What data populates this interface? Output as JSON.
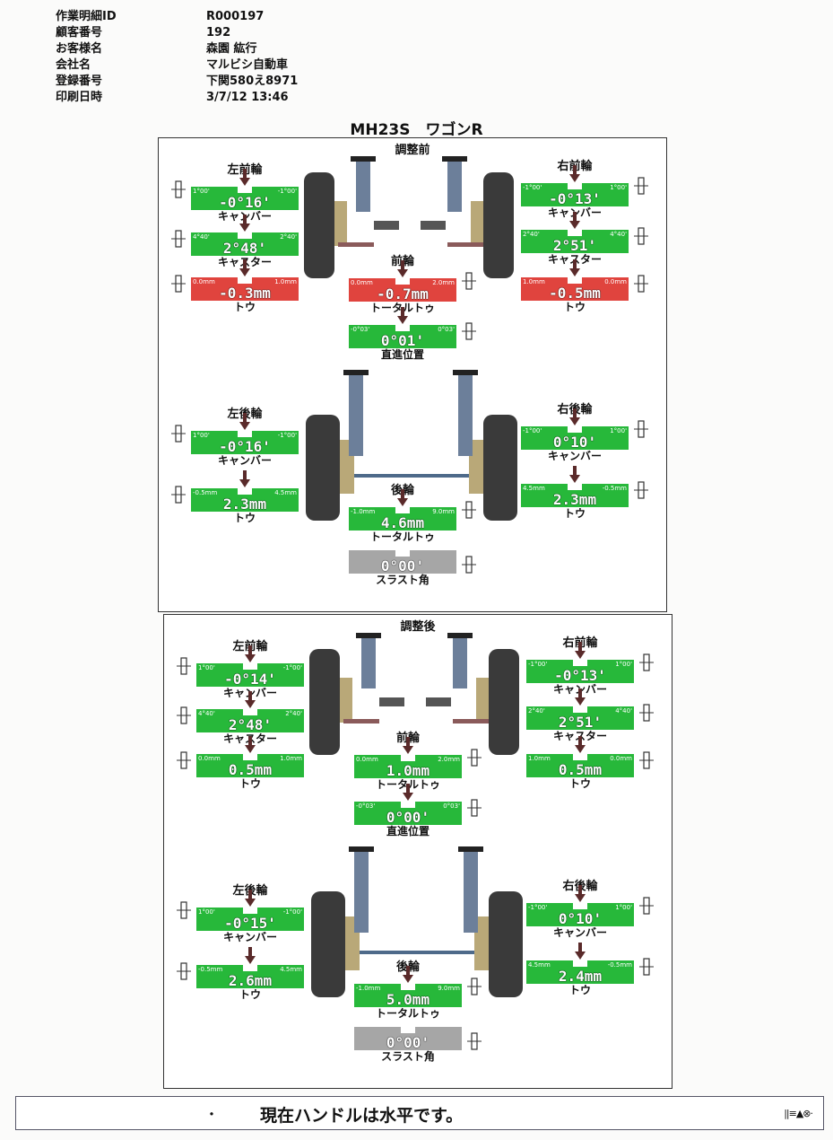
{
  "header": {
    "rows": [
      {
        "key": "作業明細ID",
        "value": "R000197"
      },
      {
        "key": "顧客番号",
        "value": "192"
      },
      {
        "key": "お客様名",
        "value": "森園 紘行"
      },
      {
        "key": "会社名",
        "value": "マルビシ自動車"
      },
      {
        "key": "登録番号",
        "value": "下関580え8971"
      },
      {
        "key": "印刷日時",
        "value": "3/7/12 13:46"
      }
    ]
  },
  "vehicle_title": "MH23S　ワゴンR",
  "before": {
    "title": "調整前",
    "lf_camber": {
      "label": "左前輪",
      "value": "-0°16'",
      "min": "1°00'",
      "max": "-1°00'",
      "sub": "キャンバー",
      "color": "#27b83a"
    },
    "lf_caster": {
      "value": "2°48'",
      "min": "4°40'",
      "max": "2°40'",
      "sub": "キャスター"
    },
    "lf_toe": {
      "value": "-0.3mm",
      "min": "0.0mm",
      "max": "1.0mm",
      "sub": "トウ"
    },
    "rf_camber": {
      "label": "右前輪",
      "value": "-0°13'",
      "min": "-1°00'",
      "max": "1°00'",
      "sub": "キャンバー"
    },
    "rf_caster": {
      "value": "2°51'",
      "min": "2°40'",
      "max": "4°40'",
      "sub": "キャスター"
    },
    "rf_toe": {
      "value": "-0.5mm",
      "min": "1.0mm",
      "max": "0.0mm",
      "sub": "トウ"
    },
    "front_total": {
      "label": "前輪",
      "value": "-0.7mm",
      "min": "0.0mm",
      "max": "2.0mm",
      "sub": "トータルトゥ"
    },
    "steer": {
      "value": "0°01'",
      "min": "-0°03'",
      "max": "0°03'",
      "sub": "直進位置"
    },
    "lr_camber": {
      "label": "左後輪",
      "value": "-0°16'",
      "min": "1°00'",
      "max": "-1°00'",
      "sub": "キャンバー"
    },
    "lr_toe": {
      "value": "2.3mm",
      "min": "-0.5mm",
      "max": "4.5mm",
      "sub": "トウ"
    },
    "rr_camber": {
      "label": "右後輪",
      "value": "0°10'",
      "min": "-1°00'",
      "max": "1°00'",
      "sub": "キャンバー"
    },
    "rr_toe": {
      "value": "2.3mm",
      "min": "4.5mm",
      "max": "-0.5mm",
      "sub": "トウ"
    },
    "rear_total": {
      "label": "後輪",
      "value": "4.6mm",
      "min": "-1.0mm",
      "max": "9.0mm",
      "sub": "トータルトゥ"
    },
    "thrust": {
      "value": "0°00'",
      "sub": "スラスト角"
    }
  },
  "after": {
    "title": "調整後",
    "lf_camber": {
      "label": "左前輪",
      "value": "-0°14'",
      "min": "1°00'",
      "max": "-1°00'",
      "sub": "キャンバー"
    },
    "lf_caster": {
      "value": "2°48'",
      "min": "4°40'",
      "max": "2°40'",
      "sub": "キャスター"
    },
    "lf_toe": {
      "value": "0.5mm",
      "min": "0.0mm",
      "max": "1.0mm",
      "sub": "トウ"
    },
    "rf_camber": {
      "label": "右前輪",
      "value": "-0°13'",
      "min": "-1°00'",
      "max": "1°00'",
      "sub": "キャンバー"
    },
    "rf_caster": {
      "value": "2°51'",
      "min": "2°40'",
      "max": "4°40'",
      "sub": "キャスター"
    },
    "rf_toe": {
      "value": "0.5mm",
      "min": "1.0mm",
      "max": "0.0mm",
      "sub": "トウ"
    },
    "front_total": {
      "label": "前輪",
      "value": "1.0mm",
      "min": "0.0mm",
      "max": "2.0mm",
      "sub": "トータルトゥ"
    },
    "steer": {
      "value": "0°00'",
      "min": "-0°03'",
      "max": "0°03'",
      "sub": "直進位置"
    },
    "lr_camber": {
      "label": "左後輪",
      "value": "-0°15'",
      "min": "1°00'",
      "max": "-1°00'",
      "sub": "キャンバー"
    },
    "lr_toe": {
      "value": "2.6mm",
      "min": "-0.5mm",
      "max": "4.5mm",
      "sub": "トウ"
    },
    "rr_camber": {
      "label": "右後輪",
      "value": "0°10'",
      "min": "-1°00'",
      "max": "1°00'",
      "sub": "キャンバー"
    },
    "rr_toe": {
      "value": "2.4mm",
      "min": "4.5mm",
      "max": "-0.5mm",
      "sub": "トウ"
    },
    "rear_total": {
      "label": "後輪",
      "value": "5.0mm",
      "min": "-1.0mm",
      "max": "9.0mm",
      "sub": "トータルトゥ"
    },
    "thrust": {
      "value": "0°00'",
      "sub": "スラスト角"
    }
  },
  "status_colors": {
    "in_spec": "#27b83a",
    "out_of_spec": "#e0443e",
    "neutral": "#a6a6a6"
  },
  "footer": {
    "bullet": "・",
    "message": "現在ハンドルは水平です。",
    "symbol": "||≡▲⊗·"
  }
}
